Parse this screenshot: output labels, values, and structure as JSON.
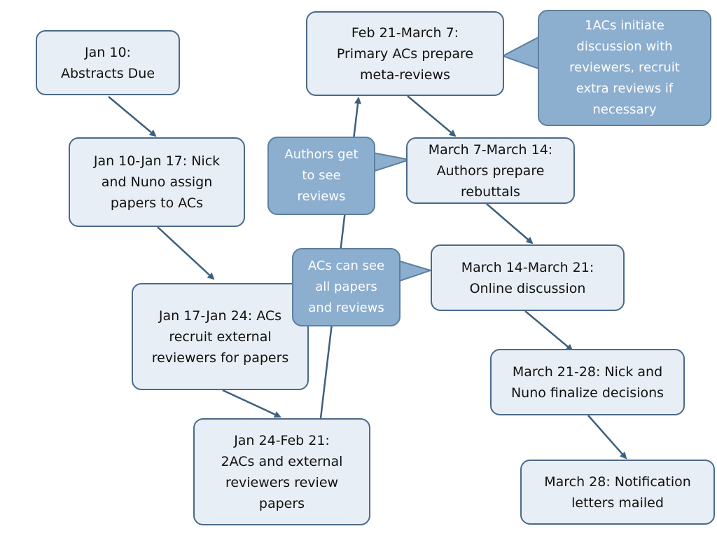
{
  "colors": {
    "box_fill": "#e8eef5",
    "box_border": "#4a6a8a",
    "callout_fill": "#8caecf",
    "callout_border": "#5e7f9f",
    "arrow": "#3b6080"
  },
  "boxes": {
    "abstracts": "Jan 10:\nAbstracts Due",
    "assign": "Jan 10-Jan 17: Nick\nand Nuno assign\npapers to ACs",
    "recruit": "Jan 17-Jan 24: ACs\nrecruit external\nreviewers for papers",
    "review": "Jan 24-Feb 21:\n2ACs and external\nreviewers review\npapers",
    "meta": "Feb 21-March 7:\nPrimary ACs prepare\nmeta-reviews",
    "rebuttals": "March 7-March 14:\nAuthors prepare\nrebuttals",
    "discussion": "March 14-March 21:\nOnline discussion",
    "finalize": "March 21-28: Nick and\nNuno finalize decisions",
    "notification": "March 28: Notification\nletters mailed"
  },
  "callouts": {
    "initiate": "1ACs initiate\ndiscussion with\nreviewers, recruit\nextra reviews if\nnecessary",
    "authors_see": "Authors get\nto see\nreviews",
    "acs_see": "ACs can see\nall papers\nand reviews"
  }
}
